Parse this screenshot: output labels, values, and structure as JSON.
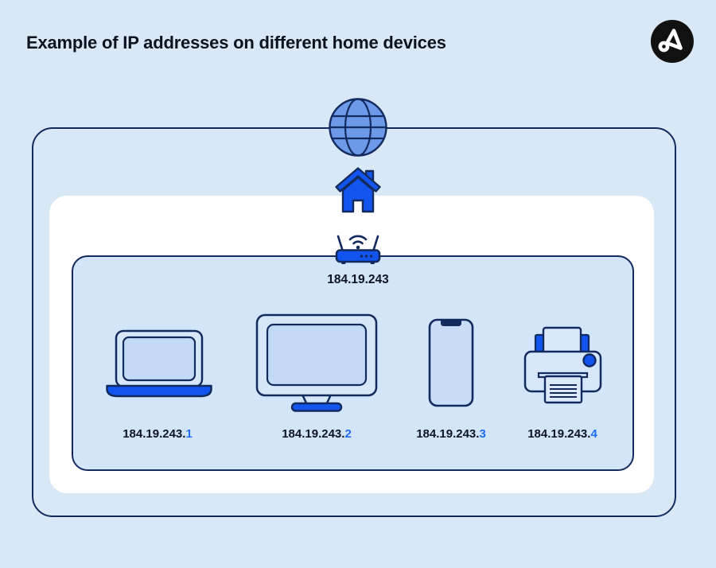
{
  "header": {
    "title": "Example of IP addresses on different home devices"
  },
  "logo": {
    "icon": "brand-a-logo"
  },
  "network": {
    "internet_icon": "globe-icon",
    "home_icon": "house-icon",
    "router_icon": "wifi-router-icon",
    "router_ip": "184.19.243"
  },
  "devices": [
    {
      "type": "laptop",
      "icon": "laptop-icon",
      "ip_prefix": "184.19.243.",
      "ip_suffix": "1",
      "ip_full": "184.19.243.1"
    },
    {
      "type": "desktop",
      "icon": "monitor-icon",
      "ip_prefix": "184.19.243.",
      "ip_suffix": "2",
      "ip_full": "184.19.243.2"
    },
    {
      "type": "phone",
      "icon": "smartphone-icon",
      "ip_prefix": "184.19.243.",
      "ip_suffix": "3",
      "ip_full": "184.19.243.3"
    },
    {
      "type": "printer",
      "icon": "printer-icon",
      "ip_prefix": "184.19.243.",
      "ip_suffix": "4",
      "ip_full": "184.19.243.4"
    }
  ],
  "colors": {
    "page_background": "#d8e8f7",
    "panel_fill": "#d3e5f8",
    "white_box": "#ffffff",
    "navy_outline": "#132a5e",
    "bright_blue": "#1155ee",
    "globe_fill": "#6d9ae8",
    "device_fill": "#d6e7fa",
    "screen_fill": "#c4d9f6",
    "ip_suffix_blue": "#1e6df3",
    "title_text": "#0b1220",
    "logo_background": "#111111"
  }
}
